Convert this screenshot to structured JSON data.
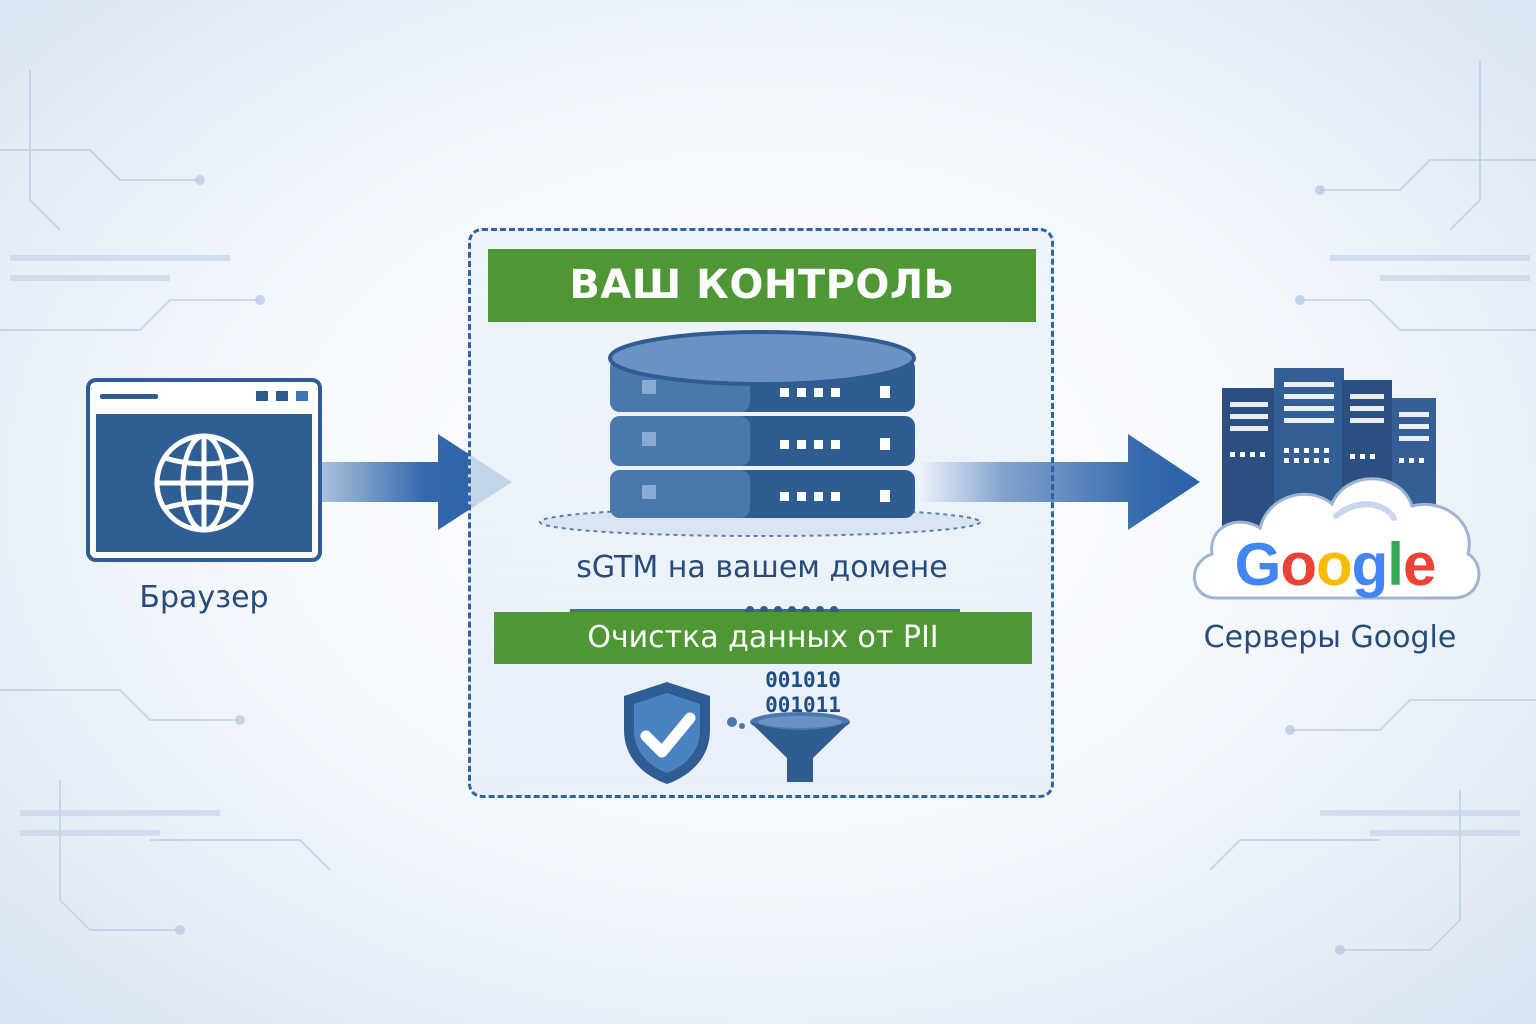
{
  "browser": {
    "label": "Браузер"
  },
  "control_zone": {
    "title": "ВАШ КОНТРОЛЬ",
    "server_caption": "sGTM на вашем домене",
    "pii_banner": "Очистка данных от PII",
    "binary_lines": [
      "001010",
      "001011"
    ]
  },
  "google": {
    "logo_letters": [
      "G",
      "o",
      "o",
      "g",
      "l",
      "e"
    ],
    "logo_colors": [
      "#4285F4",
      "#EA4335",
      "#FBBC05",
      "#4285F4",
      "#34A853",
      "#EA4335"
    ],
    "label": "Серверы Google"
  },
  "colors": {
    "primary_blue": "#2f5d93",
    "accent_green": "#4f9634",
    "text_navy": "#274b7a"
  }
}
